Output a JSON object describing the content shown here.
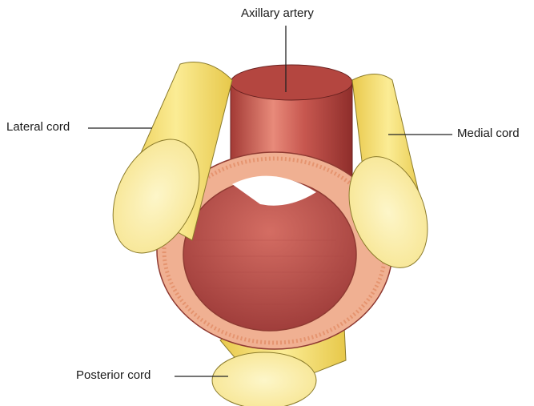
{
  "diagram": {
    "labels": {
      "axillary_artery": "Axillary artery",
      "lateral_cord": "Lateral cord",
      "medial_cord": "Medial cord",
      "posterior_cord": "Posterior cord"
    },
    "colors": {
      "cord_fill": "#f5e27e",
      "cord_face": "#fbf0b3",
      "cord_outline": "#8a7a2a",
      "artery_outer": "#c6514a",
      "artery_wall": "#f0b092",
      "artery_inner": "#b8484a",
      "leader_line": "#222222"
    }
  }
}
